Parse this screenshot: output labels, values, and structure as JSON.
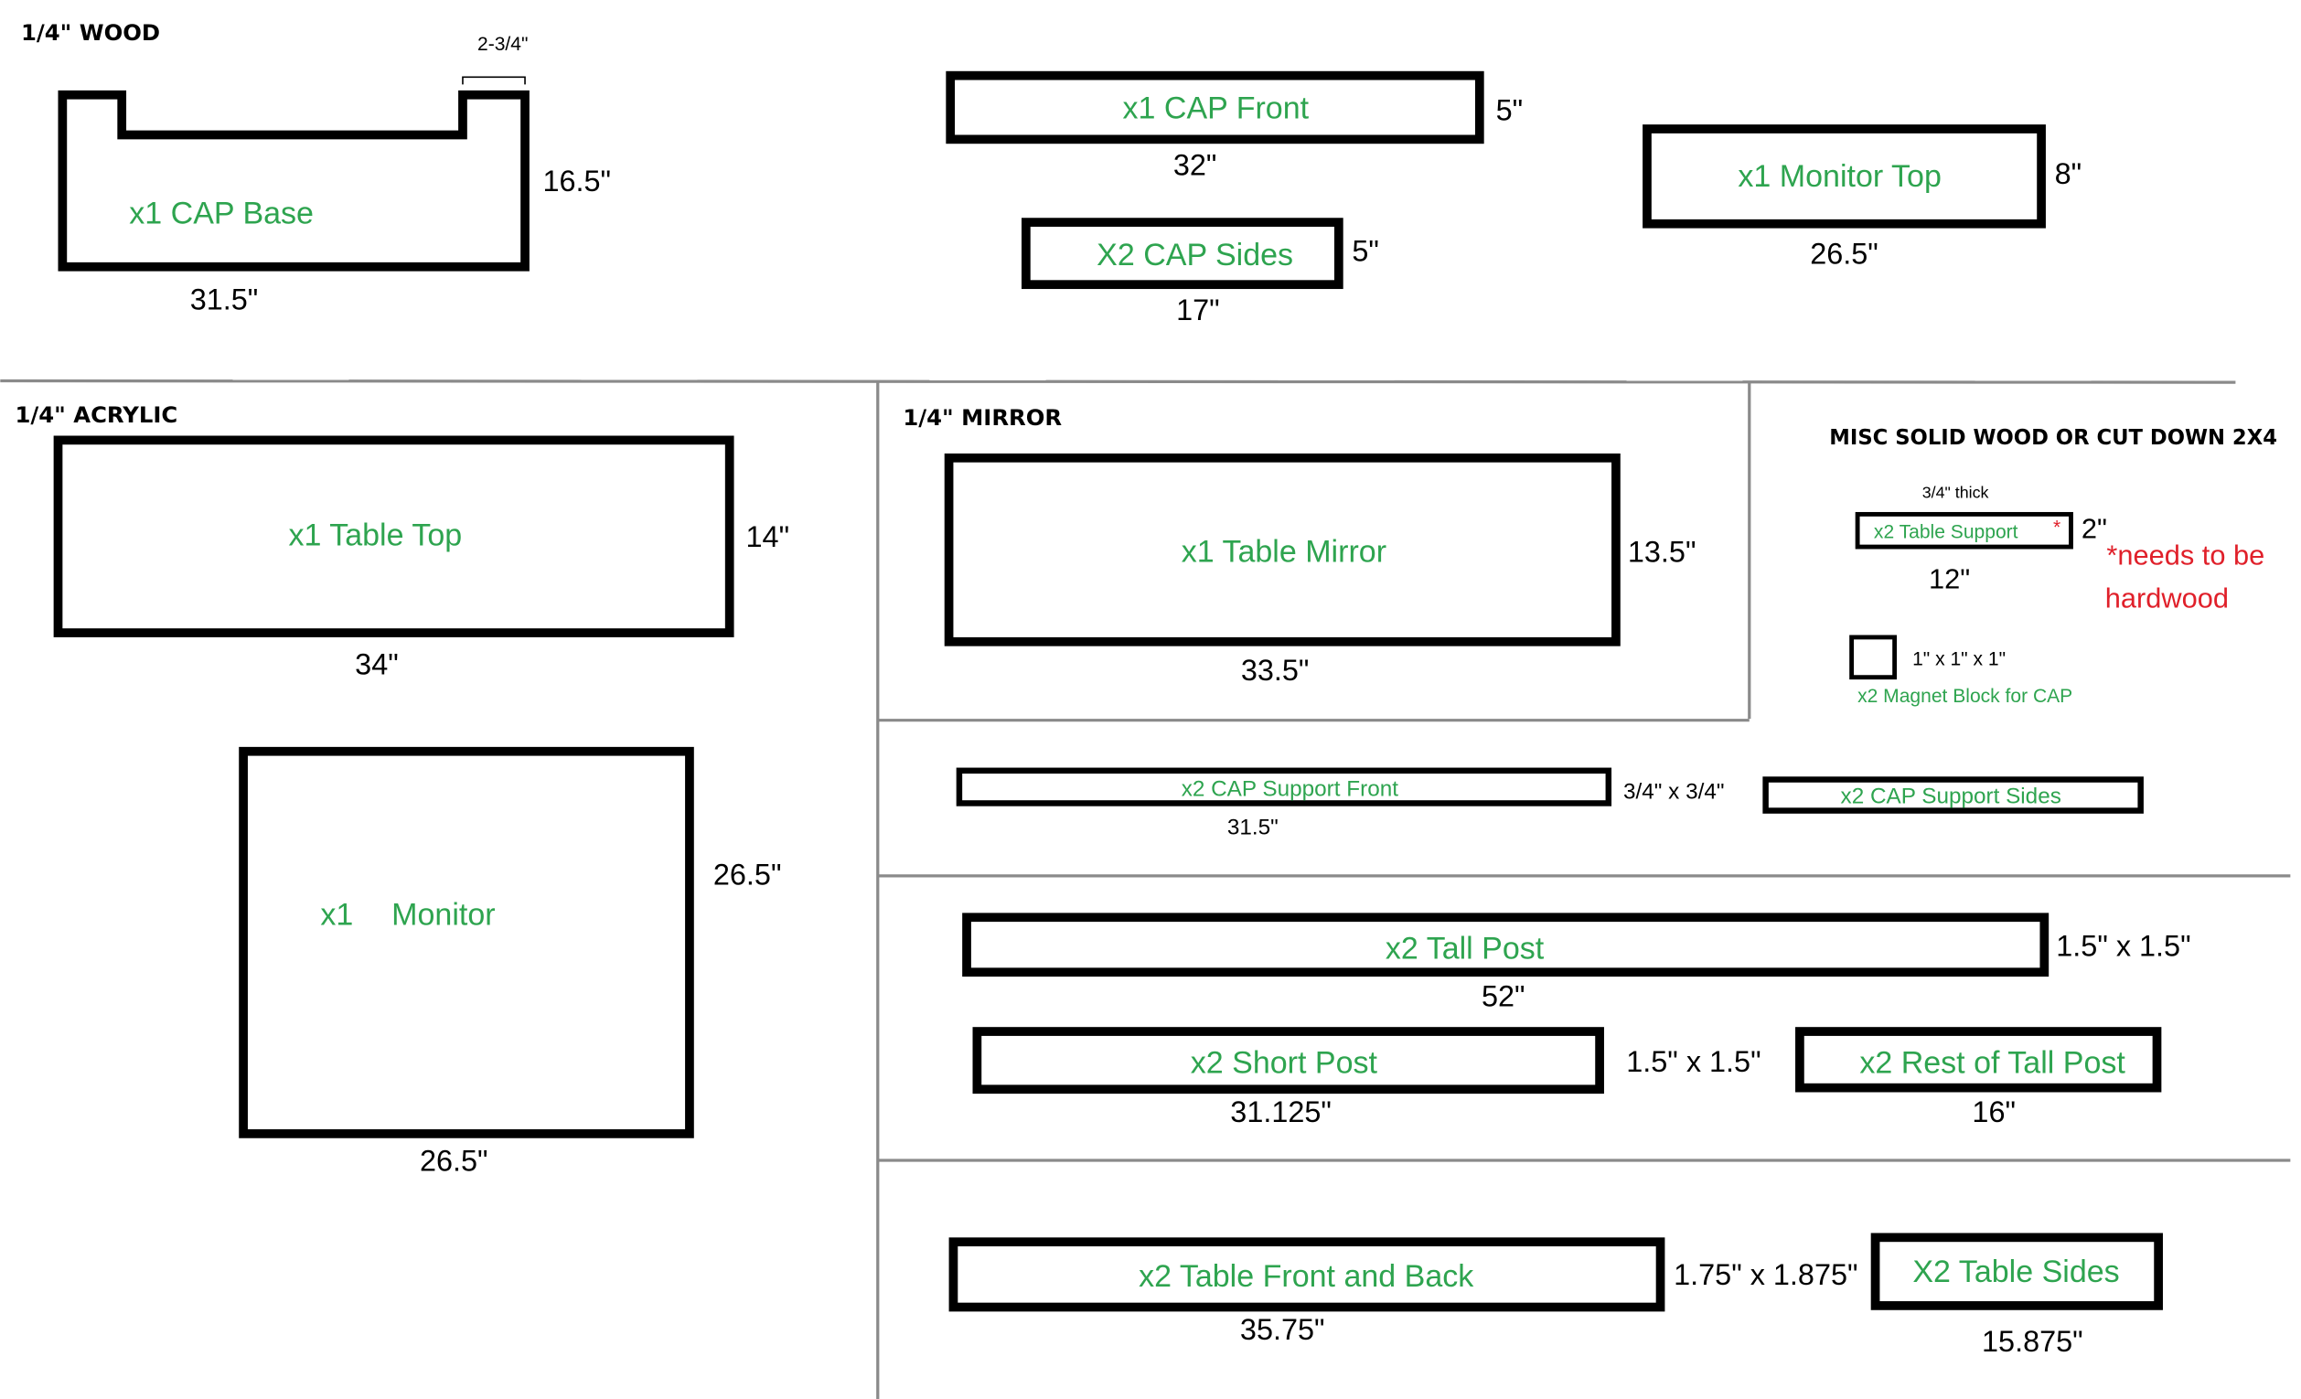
{
  "sections": {
    "wood": "1/4\" WOOD",
    "acrylic": "1/4\" ACRYLIC",
    "mirror": "1/4\" MIRROR",
    "misc": "MISC SOLID WOOD OR CUT DOWN 2X4"
  },
  "colors": {
    "label": "#2ea44f",
    "dimension": "#000000",
    "note": "#e0202a"
  },
  "pieces": {
    "cap_base": {
      "label": "x1 CAP Base",
      "width": "31.5\"",
      "height": "16.5\"",
      "notch": "2-3/4\""
    },
    "cap_front": {
      "label": "x1   CAP Front",
      "width": "32\"",
      "height": "5\""
    },
    "cap_sides": {
      "label": "X2  CAP Sides",
      "width": "17\"",
      "height": "5\""
    },
    "monitor_top": {
      "label": "x1  Monitor Top",
      "width": "26.5\"",
      "height": "8\""
    },
    "table_top": {
      "label": "x1   Table Top",
      "width": "34\"",
      "height": "14\""
    },
    "monitor": {
      "label_qty": "x1",
      "label_name": "Monitor",
      "width": "26.5\"",
      "height": "26.5\""
    },
    "table_mirror": {
      "label": "x1  Table Mirror",
      "width": "33.5\"",
      "height": "13.5\""
    },
    "table_support": {
      "label": "x2   Table Support",
      "asterisk": "*",
      "thickness": "3/4\" thick",
      "width": "12\"",
      "height": "2\"",
      "note_line1": "*needs to be",
      "note_line2": "hardwood"
    },
    "magnet_block": {
      "size": "1\" x 1\" x 1\"",
      "label": "x2 Magnet Block for CAP"
    },
    "cap_support_front": {
      "label": "x2  CAP Support Front",
      "width": "31.5\"",
      "section": "3/4\" x 3/4\""
    },
    "cap_support_sides": {
      "label": "x2  CAP Support Sides"
    },
    "tall_post": {
      "label": "x2     Tall Post",
      "width": "52\"",
      "section": "1.5\" x 1.5\""
    },
    "short_post": {
      "label": "x2    Short Post",
      "width": "31.125\"",
      "section": "1.5\" x 1.5\""
    },
    "rest_tall_post": {
      "label": "x2 Rest of Tall Post",
      "width": "16\""
    },
    "table_front_back": {
      "label": "x2 Table Front and Back",
      "width": "35.75\"",
      "section": "1.75\" x 1.875\""
    },
    "table_sides": {
      "label": "X2 Table Sides",
      "width": "15.875\""
    }
  }
}
